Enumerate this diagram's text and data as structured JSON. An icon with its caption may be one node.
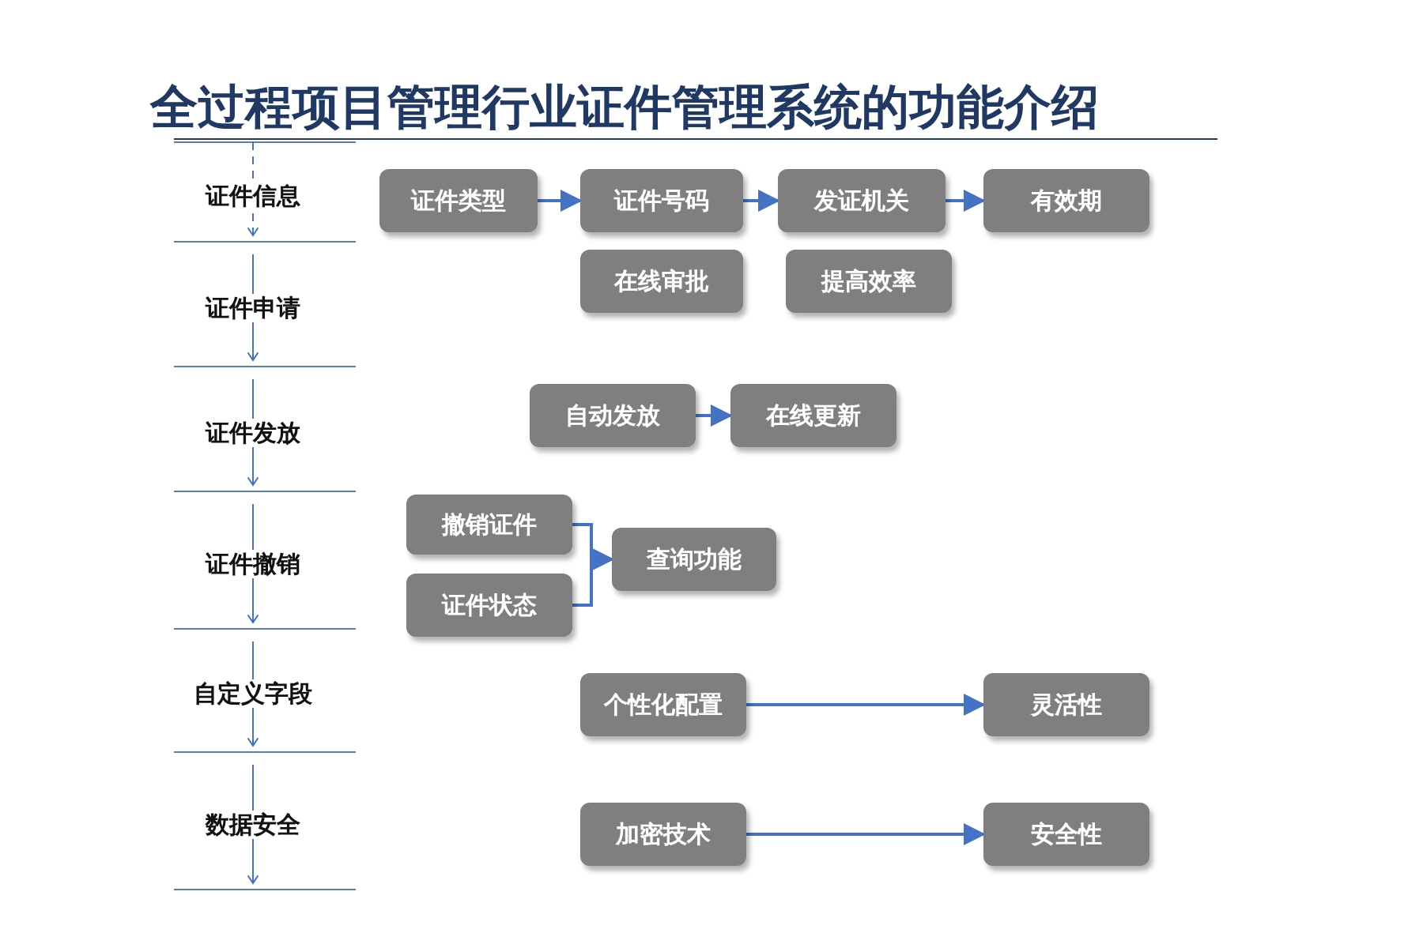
{
  "diagram": {
    "title": "全过程项目管理行业证件管理系统的功能介绍",
    "nodes": [
      {
        "text": [
          "证件类型"
        ]
      },
      {
        "text": [
          "证件号码"
        ]
      },
      {
        "text": [
          "发证机关"
        ]
      },
      {
        "text": [
          "有效期"
        ]
      },
      {
        "text": [
          "在线审批"
        ]
      },
      {
        "text": [
          "提高效率"
        ]
      },
      {
        "text": [
          "自动发放"
        ]
      },
      {
        "text": [
          "在线更新"
        ]
      },
      {
        "text": [
          "撤销证件"
        ]
      },
      {
        "text": [
          "证件状态"
        ]
      },
      {
        "text": [
          "查询功能"
        ]
      },
      {
        "text": [
          "个性化配置"
        ]
      },
      {
        "text": [
          "灵活性"
        ]
      },
      {
        "text": [
          "加密技术"
        ]
      },
      {
        "text": [
          "安全性"
        ]
      }
    ],
    "edges": [
      {
        "from": 0,
        "to": 1,
        "arrow": "to"
      },
      {
        "from": 1,
        "to": 2,
        "arrow": "to"
      },
      {
        "from": 2,
        "to": 3,
        "arrow": "to"
      },
      {
        "from": 6,
        "to": 7,
        "arrow": "to"
      },
      {
        "from": 8,
        "to": 10,
        "arrow": "to"
      },
      {
        "from": 9,
        "to": 10,
        "arrow": "to"
      },
      {
        "from": 11,
        "to": 12,
        "arrow": "to"
      },
      {
        "from": 13,
        "to": 14,
        "arrow": "to"
      }
    ],
    "labels": [
      "证件信息",
      "证件申请",
      "证件发放",
      "证件撤销",
      "自定义字段",
      "数据安全"
    ]
  }
}
